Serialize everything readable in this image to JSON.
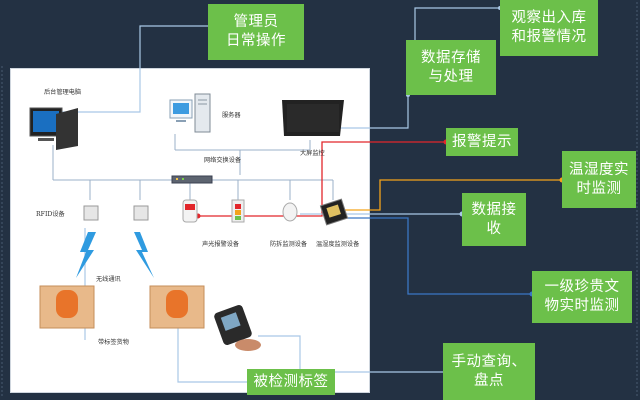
{
  "colors": {
    "background": "#233143",
    "panel": "#ffffff",
    "callout_green": "#6cc04a",
    "line_light_blue": "#a9c8e6",
    "line_red": "#e2262b",
    "line_orange": "#f3a31b",
    "line_blue": "#3a76c4",
    "signal_blue": "#2f9be0"
  },
  "callouts": {
    "admin_ops": "管理员\n日常操作",
    "monitor_report": "观察出入库\n和报警情况",
    "storage": "数据存储\n与处理",
    "alarm": "报警提示",
    "temp_humidity": "温湿度实\n时监测",
    "data_receive": "数据接\n收",
    "treasure_monitor": "一级珍贵文\n物实时监测",
    "manual_check": "手动查询、\n盘点",
    "detected_tag": "被检测标签"
  },
  "labels": {
    "backend_pc": "后台管理电脑",
    "server": "服务器",
    "big_screen": "大屏监控",
    "network_switch": "网络交换设备",
    "rfid_device": "RFID设备",
    "sound_light_alarm": "声光报警设备",
    "anti_tamper": "防拆监测设备",
    "temp_humidity_device": "温湿度监测设备",
    "wireless": "无线通讯",
    "tagged_goods": "带标签货物"
  },
  "icons": [
    "desktop-computer-icon",
    "server-tower-icon",
    "monitor-icon",
    "switch-icon",
    "rfid-reader-icon",
    "alarm-light-icon",
    "anti-tamper-sensor-icon",
    "temp-humidity-sensor-icon",
    "lightning-signal-icon",
    "tagged-box-icon",
    "handheld-scanner-icon"
  ]
}
